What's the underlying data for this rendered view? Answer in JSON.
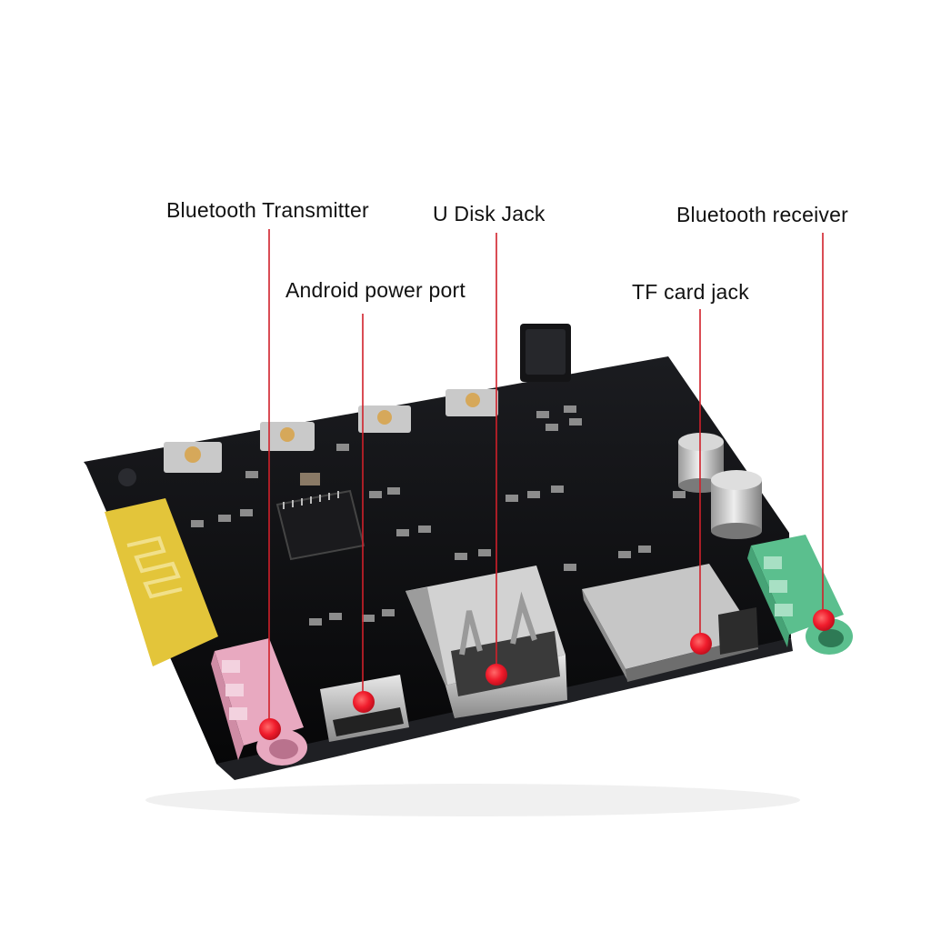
{
  "callouts": {
    "bluetooth_transmitter": "Bluetooth Transmitter",
    "android_power_port": "Android power port",
    "u_disk_jack": "U Disk Jack",
    "tf_card_jack": "TF card jack",
    "bluetooth_receiver": "Bluetooth receiver"
  },
  "colors": {
    "background": "#ffffff",
    "pcb": "#0d0d0f",
    "antenna": "#e3c53a",
    "pink_jack": "#e8a9c0",
    "green_jack": "#5bbf8e",
    "callout_line": "#d0202a",
    "callout_dot": "#f01c2c"
  }
}
